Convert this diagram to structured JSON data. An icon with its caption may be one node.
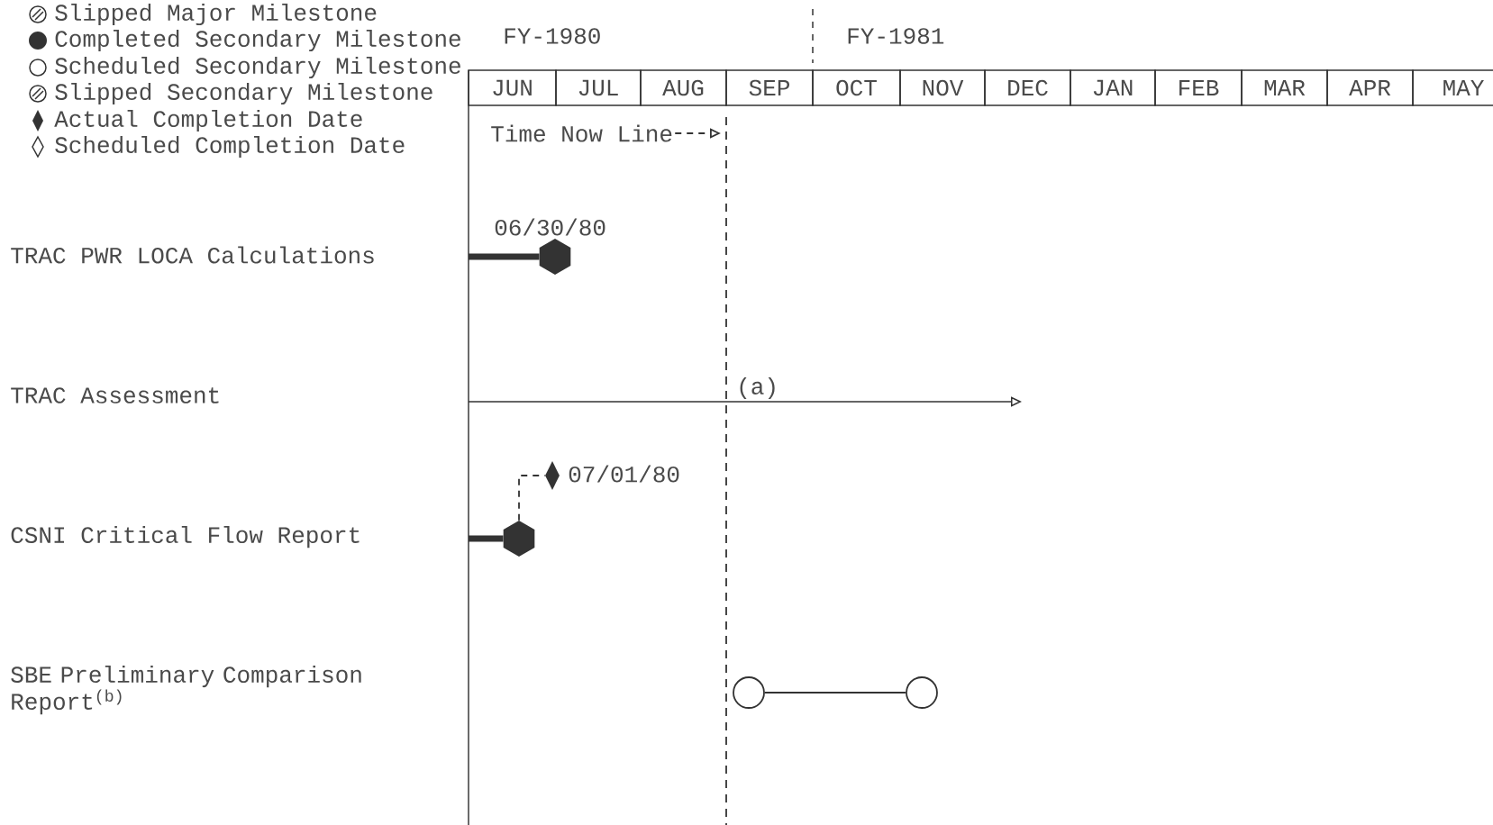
{
  "diagram": {
    "nodes": [
      {
        "text": [
          "Time Now Line"
        ]
      },
      {
        "text": [],
        "shape": "hexagon",
        "beside": [
          "06/30/80"
        ]
      },
      {
        "text": [],
        "shape": "hexagon"
      },
      {
        "text": [],
        "shape": "diamond",
        "beside": [
          "07/01/80"
        ]
      },
      {
        "text": [],
        "shape": "circle"
      },
      {
        "text": [],
        "shape": "circle"
      }
    ],
    "edges": [
      {
        "from": 0,
        "to": null,
        "arrow": "to",
        "style": "dashed"
      },
      {
        "from": null,
        "to": 1,
        "arrow": "none",
        "style": "thick"
      },
      {
        "from": null,
        "to": 2,
        "arrow": "none",
        "style": "thick"
      },
      {
        "from": 2,
        "to": 3,
        "arrow": "none",
        "style": "dashed"
      },
      {
        "from": 4,
        "to": 5,
        "arrow": "none"
      }
    ],
    "labels": [
      "FY-1980",
      "FY-1981",
      "JUN",
      "JUL",
      "AUG",
      "SEP",
      "OCT",
      "NOV",
      "DEC",
      "JAN",
      "FEB",
      "MAR",
      "APR",
      "MAY",
      "TRAC PWR LOCA Calculations",
      "TRAC Assessment",
      "(a)",
      "CSNI Critical Flow Report",
      "SBE Preliminary Comparison Report$^{(b)}$"
    ],
    "legend": [
      {
        "text": "Slipped Major Milestone"
      },
      {
        "text": "Completed Secondary Milestone"
      },
      {
        "text": "Scheduled Secondary Milestone"
      },
      {
        "text": "Slipped Secondary Milestone"
      },
      {
        "text": "Actual Completion Date"
      },
      {
        "text": "Scheduled Completion Date"
      }
    ]
  }
}
